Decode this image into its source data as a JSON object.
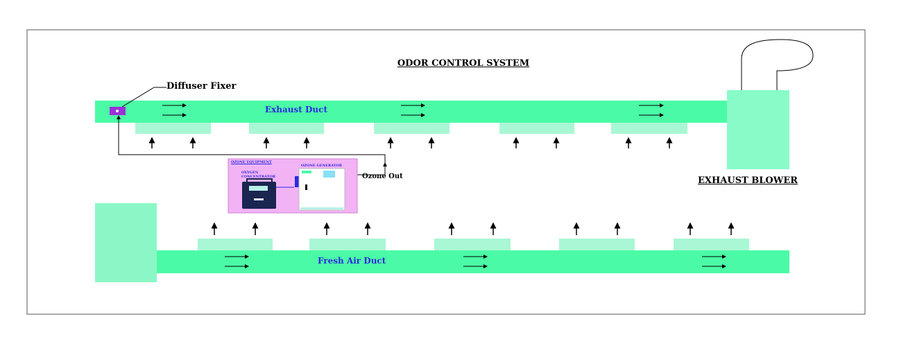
{
  "diagram": {
    "title": "ODOR CONTROL SYSTEM",
    "diffuser_fixer_label": "Diffuser Fixer",
    "exhaust_duct_label": "Exhaust Duct",
    "fresh_air_duct_label": "Fresh Air Duct",
    "ozone_out_label": "Ozone Out",
    "exhaust_blower_label": "EXHAUST BLOWER",
    "equipment": {
      "panel_title": "OZONE EQUIPMENT",
      "oxygen_concentrator_label": "OXYGEN CONCENTRATOR",
      "ozone_generator_label": "OZONE GENERATOR"
    },
    "colors": {
      "duct": "#4bfaa6",
      "duct_light": "#a9f7d4",
      "blower": "#88fbc8",
      "fresh_intake": "#8cf7c6",
      "equipment_panel": "#f2b3f4",
      "label_blue": "#2a2ae0",
      "diffuser": "#9b30d9"
    }
  }
}
